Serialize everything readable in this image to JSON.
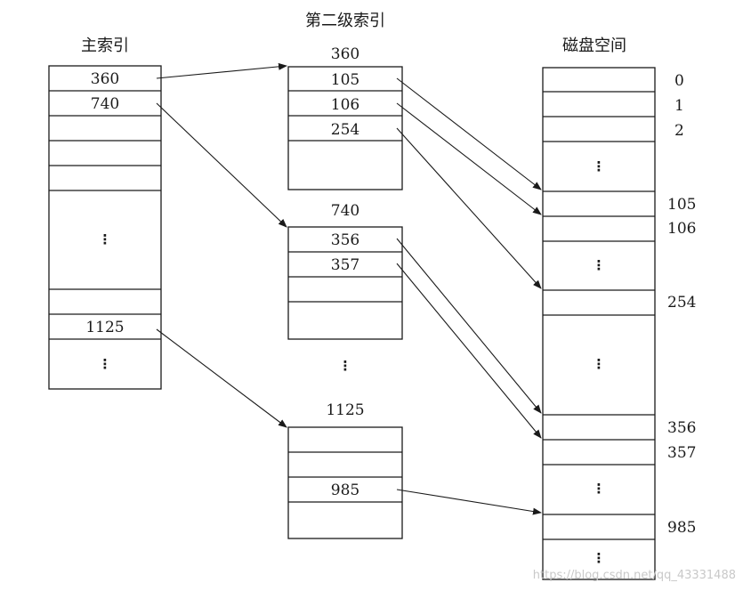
{
  "titles": {
    "main_index": "主索引",
    "second_level_index": "第二级索引",
    "disk_space": "磁盘空间"
  },
  "main_index": {
    "entries": [
      "360",
      "740",
      "1125"
    ],
    "ellipsis": [
      "⋮",
      "⋮"
    ]
  },
  "second_level_index": {
    "blocks": [
      {
        "label": "360",
        "entries": [
          "105",
          "106",
          "254"
        ]
      },
      {
        "label": "740",
        "entries": [
          "356",
          "357"
        ]
      },
      {
        "label": "1125",
        "entries": [
          "985"
        ]
      }
    ],
    "between_ellipsis": "⋮"
  },
  "disk_space": {
    "block_numbers": [
      "0",
      "1",
      "2",
      "105",
      "106",
      "254",
      "356",
      "357",
      "985"
    ],
    "ellipsis": [
      "⋮",
      "⋮",
      "⋮",
      "⋮",
      "⋮"
    ]
  },
  "pointers": [
    {
      "from": "360",
      "to": "360"
    },
    {
      "from": "740",
      "to": "740"
    },
    {
      "from": "1125",
      "to": "1125"
    },
    {
      "from": "105",
      "to": "105"
    },
    {
      "from": "106",
      "to": "106"
    },
    {
      "from": "254",
      "to": "254"
    },
    {
      "from": "356",
      "to": "356"
    },
    {
      "from": "357",
      "to": "357"
    },
    {
      "from": "985",
      "to": "985"
    }
  ],
  "watermark": "https://blog.csdn.net/qq_43331488"
}
